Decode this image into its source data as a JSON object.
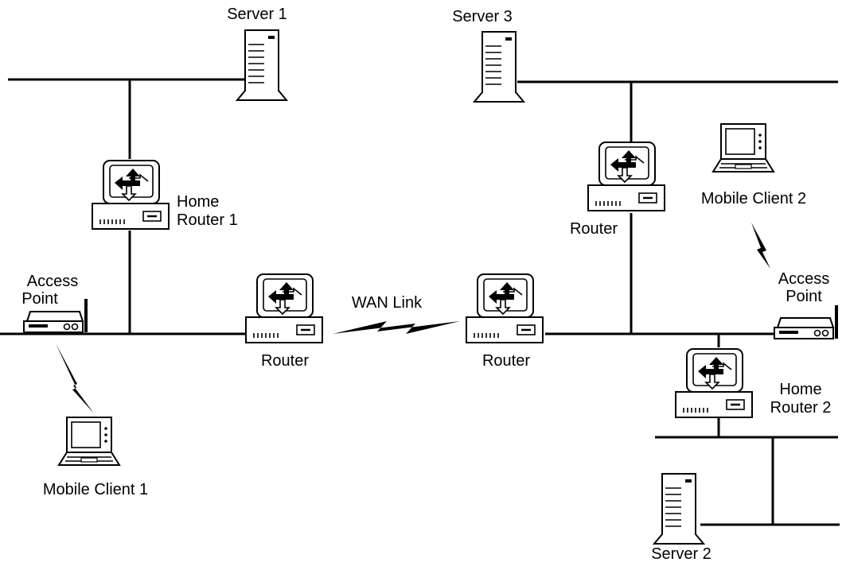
{
  "labels": {
    "server1": "Server 1",
    "server2": "Server 2",
    "server3": "Server 3",
    "home_router1_line1": "Home",
    "home_router1_line2": "Router 1",
    "home_router2_line1": "Home",
    "home_router2_line2": "Router 2",
    "router_left": "Router",
    "router_center": "Router",
    "router_right": "Router",
    "wan_link": "WAN Link",
    "access_point_left_line1": "Access",
    "access_point_left_line2": "Point",
    "access_point_right_line1": "Access",
    "access_point_right_line2": "Point",
    "mobile_client1": "Mobile Client 1",
    "mobile_client2": "Mobile Client 2"
  },
  "icons": {
    "server": "server-tower-icon",
    "router": "router-icon",
    "laptop": "laptop-icon",
    "access_point": "access-point-icon",
    "wireless": "lightning-bolt-icon"
  }
}
